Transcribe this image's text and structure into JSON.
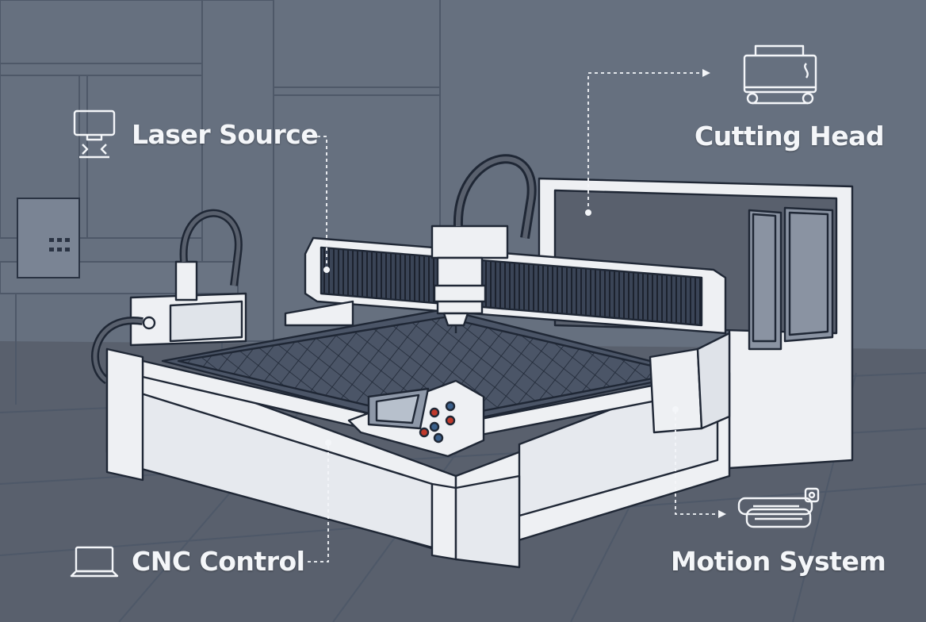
{
  "labels": {
    "laser_source": "Laser Source",
    "cutting_head": "Cutting Head",
    "cnc_control": "CNC Control",
    "motion_system": "Motion System"
  },
  "icons": {
    "laser_source": "laser-emitter-icon",
    "cutting_head": "cutting-head-icon",
    "cnc_control": "laptop-icon",
    "motion_system": "linear-rail-icon"
  },
  "colors": {
    "background": "#66707f",
    "line_art": "#1f2735",
    "machine_fill": "#eef0f3",
    "label_text": "#f4f6f9",
    "accent_red": "#c0392b",
    "accent_blue": "#3a5f8a"
  }
}
